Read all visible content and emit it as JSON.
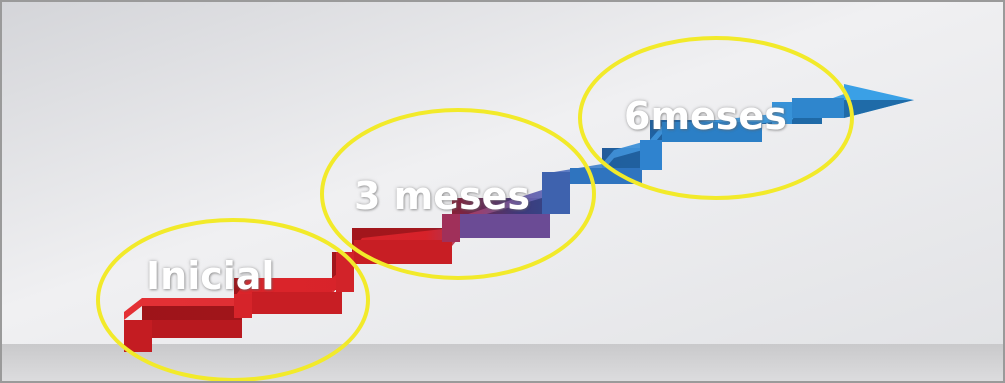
{
  "stages": [
    {
      "label": "Inicial",
      "color": "#e0262a"
    },
    {
      "label": "3 meses",
      "color": "#8a4a8c"
    },
    {
      "label": "6meses",
      "color": "#2f8ad8"
    }
  ],
  "highlight_color": "#f2ea2a",
  "colors": {
    "wall_top": "#d9dade",
    "wall_mid": "#eeeff1",
    "floor": "#d0d0d2",
    "arrow_start": "#d71f26",
    "arrow_end": "#3598e0"
  }
}
